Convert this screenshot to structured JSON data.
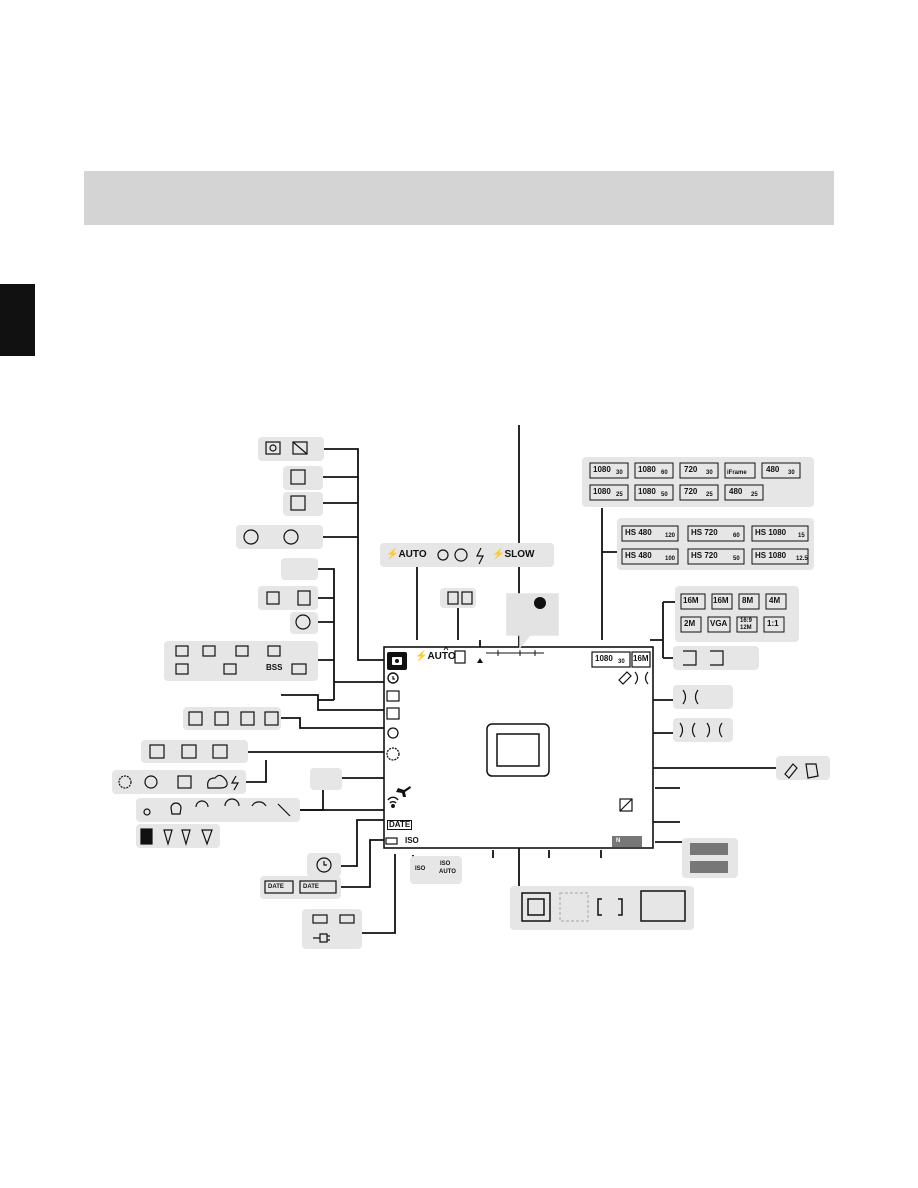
{
  "banner": {
    "color": "#d4d4d4"
  },
  "side_tab": {
    "color": "#111111"
  },
  "monitor": {
    "flash_indicator": "⚡AUTO",
    "iso_indicator": "ISO",
    "date_indicator": "DATE",
    "movie_format_indicator": "1080",
    "movie_fps": "30",
    "image_size_indicator": "16M",
    "remaining_indicator": "N"
  },
  "callouts": {
    "flash_modes": [
      "⚡AUTO",
      "⚡SLOW"
    ],
    "date_stamp": [
      "DATE",
      "DATE"
    ],
    "iso_modes": [
      "ISO",
      "ISO",
      "AUTO"
    ],
    "continuous": [
      "BSS"
    ],
    "image_size": [
      "16M",
      "16M",
      "8M",
      "4M",
      "2M",
      "VGA",
      "16:9",
      "12M",
      "1:1"
    ],
    "movie_options": [
      {
        "res": "1080",
        "fps": "30"
      },
      {
        "res": "1080",
        "fps": "60"
      },
      {
        "res": "720",
        "fps": "30"
      },
      {
        "res": "iFrame",
        "fps": ""
      },
      {
        "res": "480",
        "fps": "30"
      },
      {
        "res": "1080",
        "fps": "25"
      },
      {
        "res": "1080",
        "fps": "50"
      },
      {
        "res": "720",
        "fps": "25"
      },
      {
        "res": "480",
        "fps": "25"
      }
    ],
    "hs_movie_options": [
      {
        "res": "HS 480",
        "fps": "120"
      },
      {
        "res": "HS 720",
        "fps": "60"
      },
      {
        "res": "HS 1080",
        "fps": "15"
      },
      {
        "res": "HS 480",
        "fps": "100"
      },
      {
        "res": "HS 720",
        "fps": "50"
      },
      {
        "res": "HS 1080",
        "fps": "12.5"
      }
    ]
  }
}
